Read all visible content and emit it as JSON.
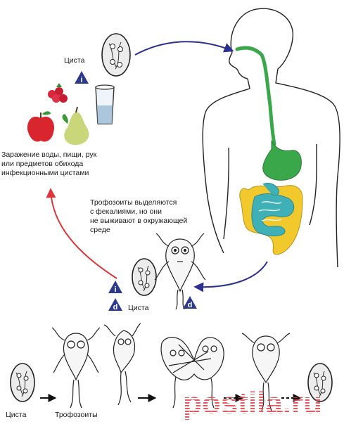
{
  "labels": {
    "cyst_top": "Циста",
    "infection_text": [
      "Заражение воды, пищи, рук",
      "или предметов обихода",
      "инфекционными цистами"
    ],
    "trophozoite_text": [
      "Трофозоиты выделяются",
      "с фекалиями, но они",
      "не выживают в окружающей",
      "среде"
    ],
    "cyst_mid": "Циста",
    "cyst_bottom": "Циста",
    "trophozoites_bottom": "Трофозоиты"
  },
  "stage_markers": {
    "infective": "i",
    "diagnostic": "d"
  },
  "watermark": "postila.ru",
  "colors": {
    "arrow_blue": "#2b2f8f",
    "arrow_red": "#e0343b",
    "marker": "#2b3a8f",
    "esophagus_stomach": "#3aa84a",
    "small_intestine": "#3fb0b5",
    "large_intestine": "#f2c92c",
    "watermark": "#e23a45"
  }
}
